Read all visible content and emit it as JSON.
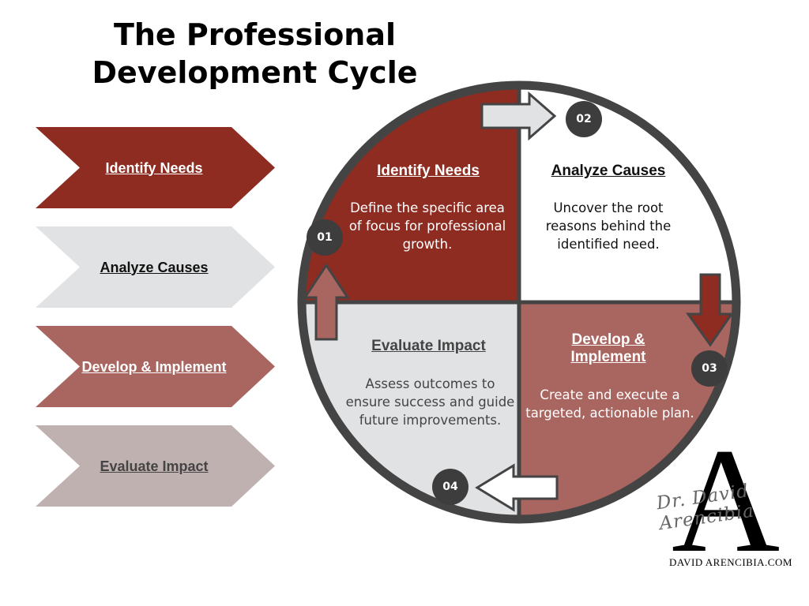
{
  "title": {
    "line1": "The Professional",
    "line2": "Development Cycle"
  },
  "colors": {
    "dark_red": "#8e2c22",
    "light_gray": "#e1e2e3",
    "mid_rose": "#a96560",
    "pale_rose": "#bfb1b0",
    "ring": "#444444",
    "badge": "#3d3d3d"
  },
  "steps": [
    {
      "label": "Identify Needs",
      "number": "01",
      "description": "Define the specific area of focus for professional growth."
    },
    {
      "label": "Analyze Causes",
      "number": "02",
      "description": "Uncover the root reasons behind the identified need."
    },
    {
      "label": "Develop & Implement",
      "number": "03",
      "description": "Create and execute a targeted, actionable plan."
    },
    {
      "label": "Evaluate Impact",
      "number": "04",
      "description": "Assess outcomes to ensure success and guide future improvements."
    }
  ],
  "branding": {
    "signature": "Dr. David Arencibia",
    "monogram": "A",
    "website": "DAVID ARENCIBIA.COM"
  }
}
